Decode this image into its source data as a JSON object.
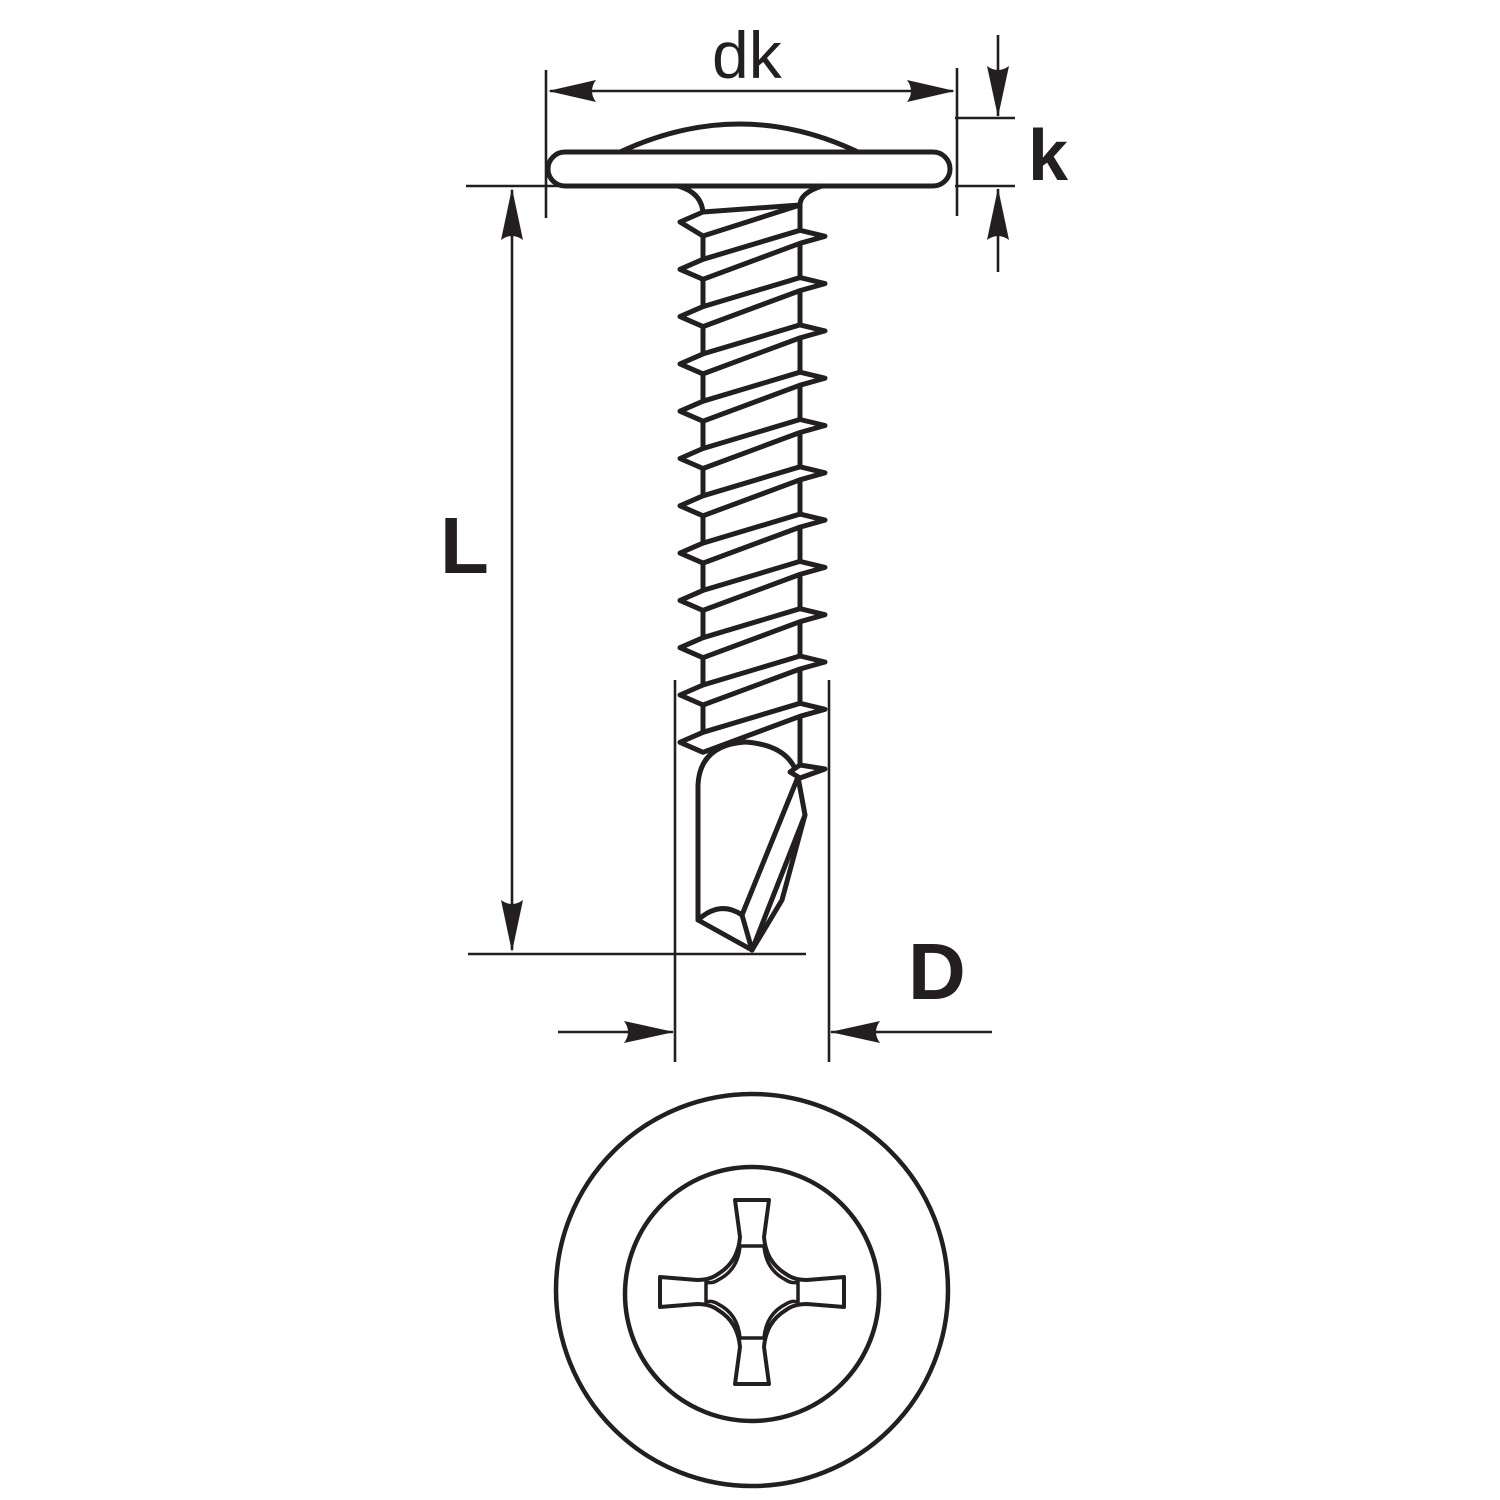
{
  "figure": {
    "subject": "Wafer head self-drilling screw with Phillips recess",
    "views": [
      "side-elevation",
      "top-view"
    ],
    "line_color": "#231f20",
    "background_color": "#ffffff"
  },
  "dimensions": {
    "head_diameter": {
      "label": "dk",
      "orientation": "horizontal"
    },
    "head_height": {
      "label": "k",
      "orientation": "vertical"
    },
    "length": {
      "label": "L",
      "orientation": "vertical"
    },
    "thread_diameter": {
      "label": "D",
      "orientation": "horizontal"
    }
  },
  "top_view": {
    "drive": "Phillips cross recess",
    "rings": 2
  },
  "side_view": {
    "head": "wafer / flanged pan",
    "thread_turns_visible": 12,
    "point": "drill point"
  }
}
